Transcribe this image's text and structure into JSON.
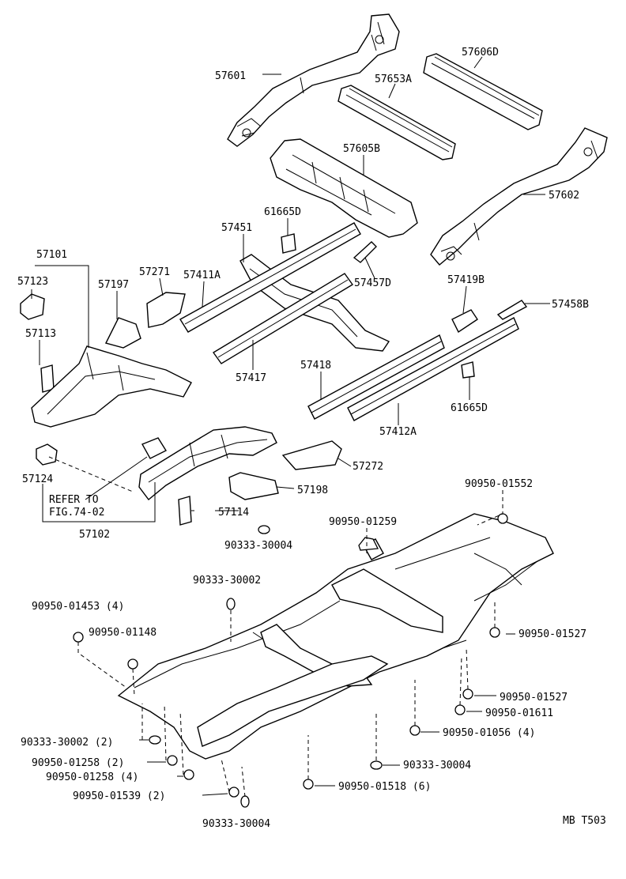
{
  "labels": {
    "l57601": "57601",
    "l57606D": "57606D",
    "l57653A": "57653A",
    "l57605B": "57605B",
    "l57602": "57602",
    "l61665D_a": "61665D",
    "l57451": "57451",
    "l57101": "57101",
    "l57123": "57123",
    "l57197": "57197",
    "l57271": "57271",
    "l57411A": "57411A",
    "l57457D": "57457D",
    "l57419B": "57419B",
    "l57458B": "57458B",
    "l57113": "57113",
    "l57417": "57417",
    "l57418": "57418",
    "l61665D_b": "61665D",
    "l57412A": "57412A",
    "l57272": "57272",
    "l57124": "57124",
    "refer1": "REFER TO",
    "refer2": "FIG.74-02",
    "l57198": "57198",
    "l57114": "57114",
    "l57102": "57102",
    "l90950_01552": "90950-01552",
    "l90950_01259": "90950-01259",
    "l90333_30004_a": "90333-30004",
    "l90333_30002_a": "90333-30002",
    "l90950_01453": "90950-01453 (4)",
    "l90950_01148": "90950-01148",
    "l90950_01527_a": "90950-01527",
    "l90950_01527_b": "90950-01527",
    "l90950_01611": "90950-01611",
    "l90950_01056": "90950-01056 (4)",
    "l90333_30002_b": "90333-30002 (2)",
    "l90950_01258_a": "90950-01258 (2)",
    "l90950_01258_b": "90950-01258 (4)",
    "l90333_30004_b": "90333-30004",
    "l90950_01539": "90950-01539 (2)",
    "l90950_01518": "90950-01518 (6)",
    "l90333_30004_c": "90333-30004",
    "code": "MB T503"
  }
}
